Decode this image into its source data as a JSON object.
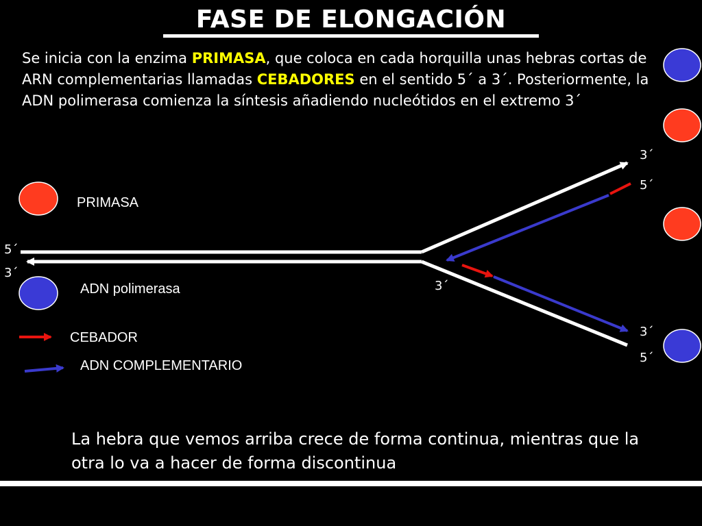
{
  "title": "FASE DE ELONGACIÓN",
  "intro": {
    "p1": "Se inicia con la enzima ",
    "k1": "PRIMASA",
    "p2": ", que coloca en cada horquilla unas hebras cortas de ARN complementarias llamadas ",
    "k2": "CEBADORES",
    "p3": " en el sentido 5´ a 3´. Posteriormente, la ADN polimerasa comienza la síntesis añadiendo nucleótidos en el extremo 3´"
  },
  "legend": {
    "primasa": "PRIMASA",
    "polimerasa": "ADN polimerasa",
    "cebador": "CEBADOR",
    "complementario": "ADN COMPLEMENTARIO"
  },
  "strand_labels": {
    "left_top": "5´",
    "left_bottom": "3´",
    "fork": "3´",
    "upper_top": "3´",
    "upper_second": "5´",
    "lower_top": "3´",
    "lower_bottom": "5´"
  },
  "conclusion": "La hebra que vemos arriba crece de forma continua, mientras que la otra lo va a hacer de forma discontinua",
  "colors": {
    "background": "#000000",
    "text": "#ffffff",
    "highlight": "#ffff00",
    "primasa": "#ff3b1f",
    "polimerasa": "#3a3ad6",
    "cebador": "#e8140f",
    "complementario": "#3a3acc",
    "strand": "#ffffff"
  },
  "icons": {
    "primasa": "red-circle",
    "polimerasa": "blue-circle",
    "cebador": "red-arrow",
    "complementario": "blue-arrow"
  }
}
